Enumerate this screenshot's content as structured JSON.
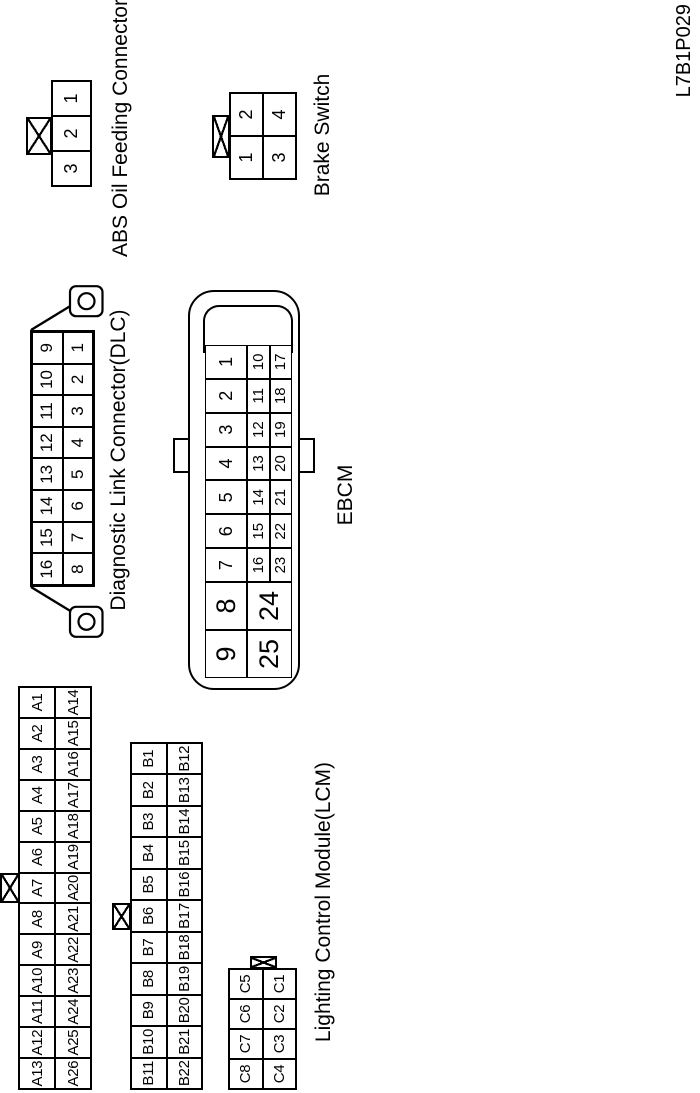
{
  "figure_code": "L7B1P029",
  "colors": {
    "line": "#000000",
    "background": "#ffffff"
  },
  "lcm": {
    "label": "Lighting Control Module(LCM)",
    "connector_a": {
      "rows": [
        [
          "A13",
          "A12",
          "A11",
          "A10",
          "A9",
          "A8",
          "A7",
          "A6",
          "A5",
          "A4",
          "A3",
          "A2",
          "A1"
        ],
        [
          "A26",
          "A25",
          "A24",
          "A23",
          "A22",
          "A21",
          "A20",
          "A19",
          "A18",
          "A17",
          "A16",
          "A15",
          "A14"
        ]
      ],
      "key_tab_over": "A7"
    },
    "connector_b": {
      "rows": [
        [
          "B11",
          "B10",
          "B9",
          "B8",
          "B7",
          "B6",
          "B5",
          "B4",
          "B3",
          "B2",
          "B1"
        ],
        [
          "B22",
          "B21",
          "B20",
          "B19",
          "B18",
          "B17",
          "B16",
          "B15",
          "B14",
          "B13",
          "B12"
        ]
      ],
      "key_tab_over": "B6"
    },
    "connector_c": {
      "rows": [
        [
          "C8",
          "C7",
          "C6",
          "C5"
        ],
        [
          "C4",
          "C3",
          "C2",
          "C1"
        ]
      ],
      "key_tab_side": "right"
    }
  },
  "dlc": {
    "label": "Diagnostic Link Connector(DLC)",
    "rows": [
      [
        "16",
        "15",
        "14",
        "13",
        "12",
        "11",
        "10",
        "9"
      ],
      [
        "8",
        "7",
        "6",
        "5",
        "4",
        "3",
        "2",
        "1"
      ]
    ]
  },
  "ebcm": {
    "label": "EBCM",
    "big_pins": {
      "p9": "9",
      "p8": "8",
      "p25": "25",
      "p24": "24"
    },
    "rows": [
      [
        "7",
        "6",
        "5",
        "4",
        "3",
        "2",
        "1"
      ],
      [
        "16",
        "15",
        "14",
        "13",
        "12",
        "11",
        "10"
      ],
      [
        "23",
        "22",
        "21",
        "20",
        "19",
        "18",
        "17"
      ]
    ]
  },
  "abs_connector": {
    "label": "ABS Oil Feeding Connector",
    "rows": [
      [
        "3",
        "2",
        "1"
      ]
    ]
  },
  "brake_switch": {
    "label": "Brake Switch",
    "rows": [
      [
        "1",
        "2"
      ],
      [
        "3",
        "4"
      ]
    ]
  }
}
